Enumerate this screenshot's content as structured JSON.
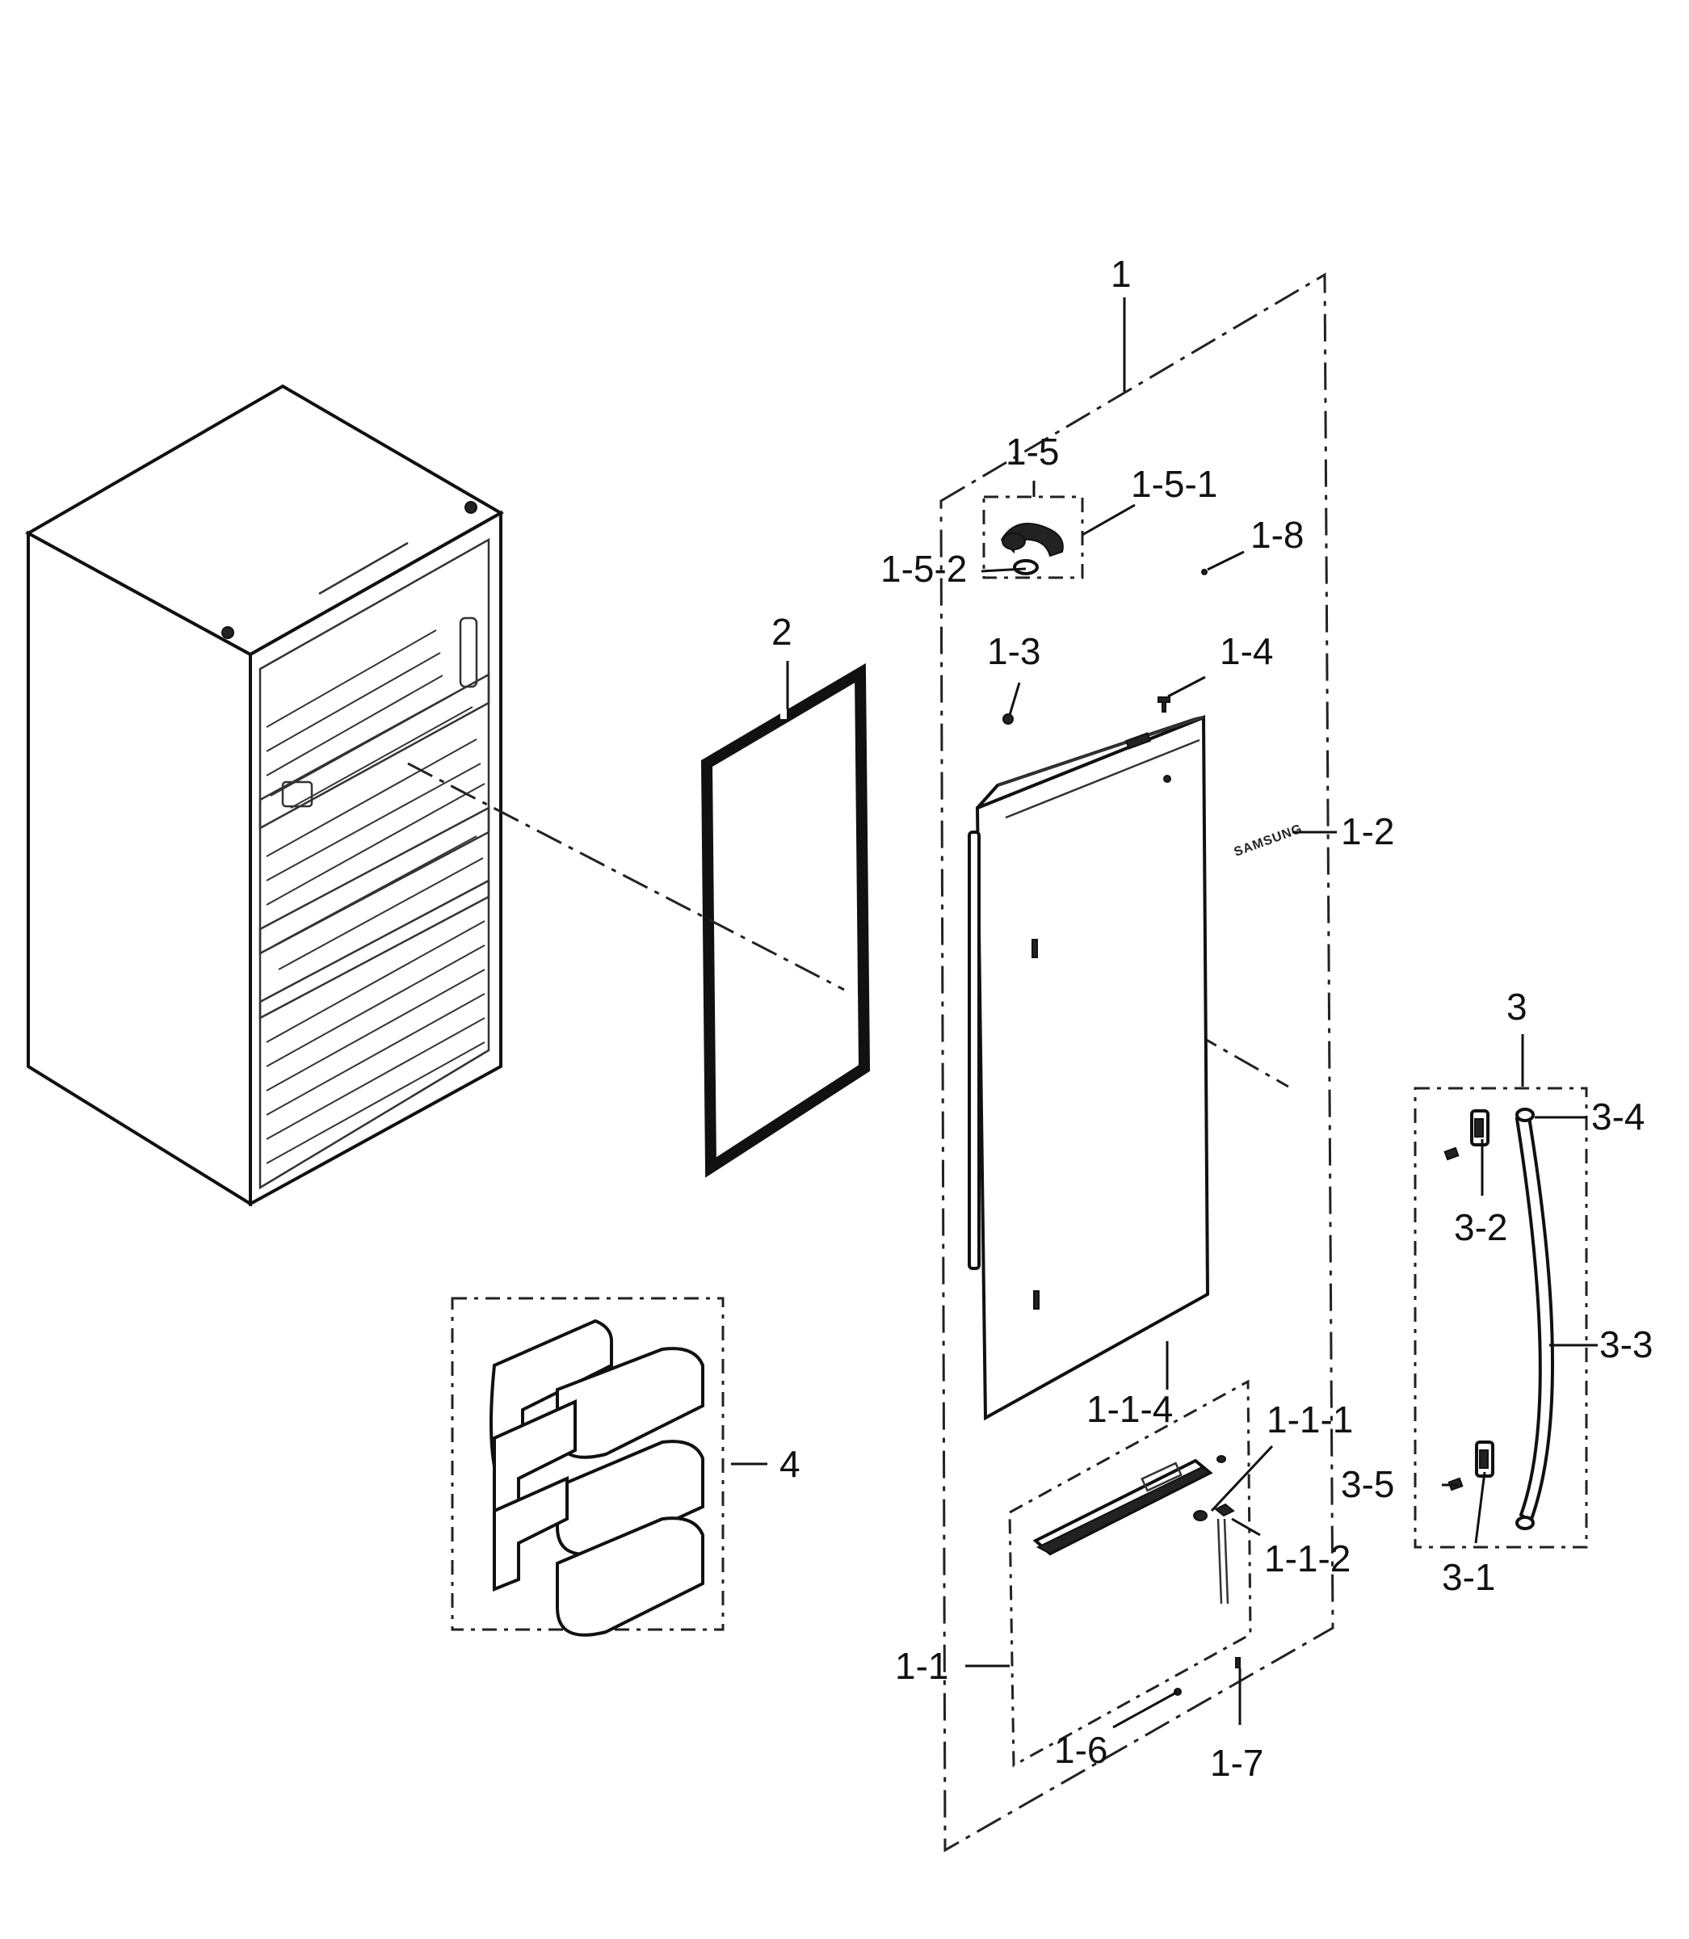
{
  "brand_text": "SAMSUNG",
  "callouts": {
    "c1": "1",
    "c1_1": "1-1",
    "c1_1_1": "1-1-1",
    "c1_1_2": "1-1-2",
    "c1_1_4": "1-1-4",
    "c1_2": "1-2",
    "c1_3": "1-3",
    "c1_4": "1-4",
    "c1_5": "1-5",
    "c1_5_1": "1-5-1",
    "c1_5_2": "1-5-2",
    "c1_6": "1-6",
    "c1_7": "1-7",
    "c1_8": "1-8",
    "c2": "2",
    "c3": "3",
    "c3_1": "3-1",
    "c3_2": "3-2",
    "c3_3": "3-3",
    "c3_4": "3-4",
    "c3_5": "3-5",
    "c4": "4"
  }
}
